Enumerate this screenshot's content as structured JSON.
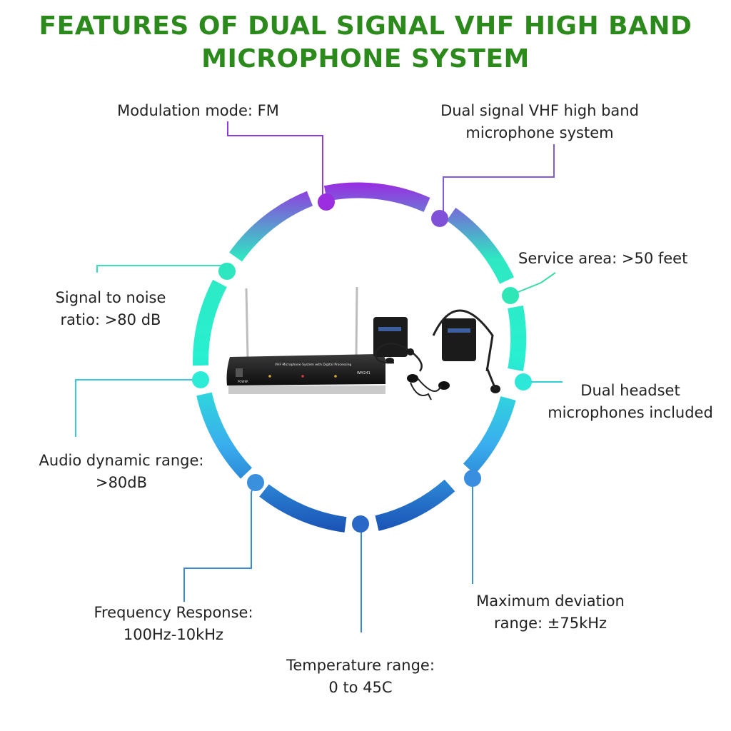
{
  "title": {
    "line1": "FEATURES  OF DUAL SIGNAL VHF HIGH BAND",
    "line2": "MICROPHONE SYSTEM"
  },
  "features": {
    "modulation": {
      "line1": "Modulation mode: FM"
    },
    "dual_signal": {
      "line1": "Dual signal VHF high band",
      "line2": "microphone system"
    },
    "service_area": {
      "line1": "Service area: >50 feet"
    },
    "headsets": {
      "line1": "Dual headset",
      "line2": "microphones included"
    },
    "max_deviation": {
      "line1": "Maximum deviation",
      "line2": "range: ±75kHz"
    },
    "temperature": {
      "line1": "Temperature range:",
      "line2": "0 to 45C"
    },
    "frequency": {
      "line1": "Frequency Response:",
      "line2": "100Hz-10kHz"
    },
    "dynamic_range": {
      "line1": "Audio dynamic range:",
      "line2": ">80dB"
    },
    "snr": {
      "line1": "Signal to noise",
      "line2": "ratio: >80 dB"
    }
  },
  "product": {
    "receiver_text": "VHF Microphone System with Digital Processing",
    "model": "WM241",
    "power_label": "POWER"
  },
  "colors": {
    "title": "#2c8a1c",
    "ring_top": "#8a2ee0",
    "ring_mid": "#2ef0c8",
    "ring_bottom": "#1a56b8"
  }
}
